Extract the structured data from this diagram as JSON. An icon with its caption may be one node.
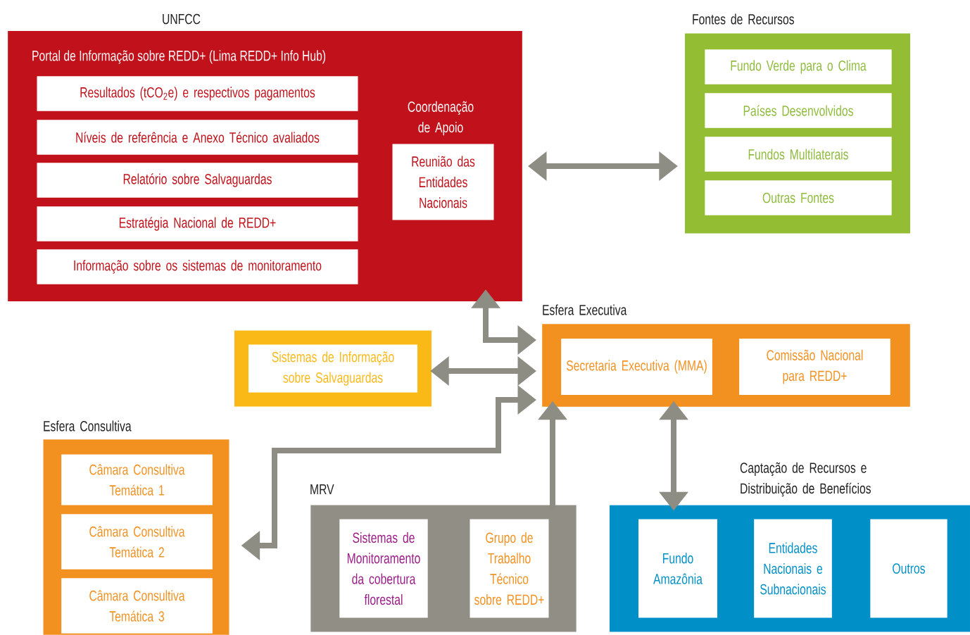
{
  "diagram": {
    "nodes": [
      {
        "text": [
          "UNFCC",
          "Portal de Informação sobre REDD+ (Lima REDD+ Info Hub)"
        ]
      },
      {
        "text": [
          "Resultados (tCO$_{2}$e) e respectivos pagamentos"
        ],
        "in": 0
      },
      {
        "text": [
          "Níveis de referência e Anexo Técnico avaliados"
        ],
        "in": 0
      },
      {
        "text": [
          "Relatório sobre Salvaguardas"
        ],
        "in": 0
      },
      {
        "text": [
          "Estratégia Nacional de REDD+"
        ],
        "in": 0
      },
      {
        "text": [
          "Informação sobre os sistemas de monitoramento"
        ],
        "in": 0
      },
      {
        "text": [
          "Coordenação de Apoio",
          "Reunião das Entidades Nacionais"
        ],
        "in": 0
      },
      {
        "text": [
          "Fontes de Recursos"
        ]
      },
      {
        "text": [
          "Fundo Verde para o Clima"
        ],
        "in": 7
      },
      {
        "text": [
          "Países Desenvolvidos"
        ],
        "in": 7
      },
      {
        "text": [
          "Fundos Multilaterais"
        ],
        "in": 7
      },
      {
        "text": [
          "Outras Fontes"
        ],
        "in": 7
      },
      {
        "text": [
          "Esfera Executiva"
        ]
      },
      {
        "text": [
          "Secretaria Executiva (MMA)"
        ],
        "in": 12
      },
      {
        "text": [
          "Comissão Nacional para REDD+"
        ],
        "in": 12
      },
      {
        "text": [
          "Sistemas de Informação sobre Salvaguardas"
        ]
      },
      {
        "text": [
          "Esfera Consultiva"
        ]
      },
      {
        "text": [
          "Câmara Consultiva Temática 1"
        ],
        "in": 16
      },
      {
        "text": [
          "Câmara Consultiva Temática 2"
        ],
        "in": 16
      },
      {
        "text": [
          "Câmara Consultiva Temática 3"
        ],
        "in": 16
      },
      {
        "text": [
          "MRV"
        ]
      },
      {
        "text": [
          "Sistemas de Monitoramento da cobertura florestal"
        ],
        "in": 20
      },
      {
        "text": [
          "Grupo de Trabalho Técnico sobre REDD+"
        ],
        "in": 20
      },
      {
        "text": [
          "Captação de Recursos e Distribuição de Benefícios"
        ]
      },
      {
        "text": [
          "Fundo Amazônia"
        ],
        "in": 23
      },
      {
        "text": [
          "Entidades Nacionais e Subnacionais"
        ],
        "in": 23
      },
      {
        "text": [
          "Outros"
        ],
        "in": 23
      }
    ],
    "edges": [
      {
        "from": 0,
        "to": 7,
        "arrow": "both"
      },
      {
        "from": 0,
        "to": 12,
        "arrow": "both"
      },
      {
        "from": 15,
        "to": 12,
        "arrow": "both"
      },
      {
        "from": 12,
        "to": 16,
        "arrow": "both"
      },
      {
        "from": 20,
        "to": 12,
        "arrow": "to"
      },
      {
        "from": 12,
        "to": 23,
        "arrow": "both"
      }
    ]
  }
}
